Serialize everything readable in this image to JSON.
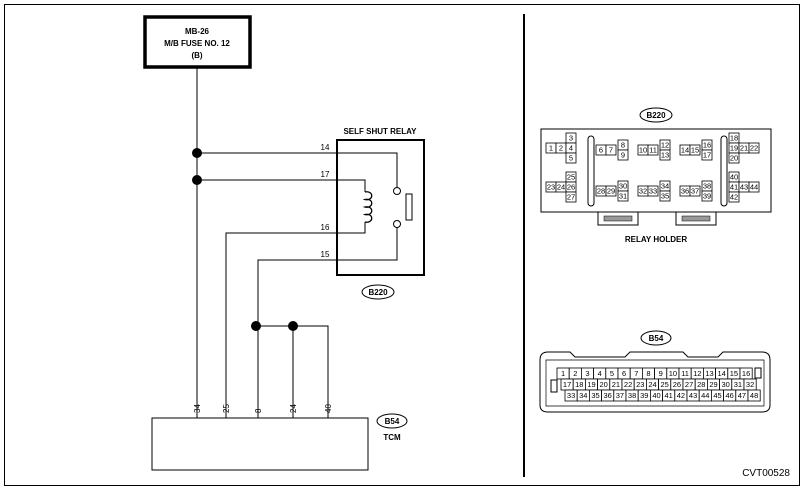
{
  "fuse": {
    "line1": "MB-26",
    "line2": "M/B FUSE NO. 12",
    "line3": "(B)"
  },
  "relay": {
    "title": "SELF SHUT RELAY",
    "connector": "B220",
    "pins": [
      "14",
      "17",
      "16",
      "15"
    ]
  },
  "tcm": {
    "connector": "B54",
    "name": "TCM",
    "pins": [
      "34",
      "25",
      "8",
      "24",
      "40"
    ]
  },
  "b220_view": {
    "label": "B220",
    "caption": "RELAY HOLDER",
    "groups": [
      {
        "cells": [
          "3",
          "1",
          "2",
          "4",
          "5"
        ]
      },
      {
        "cells": [
          "6",
          "7",
          "8",
          "9"
        ]
      },
      {
        "cells": [
          "10",
          "11",
          "12",
          "13"
        ]
      },
      {
        "cells": [
          "14",
          "15",
          "16",
          "17"
        ]
      },
      {
        "cells": [
          "18",
          "19",
          "21",
          "22",
          "20"
        ]
      },
      {
        "cells": [
          "25",
          "23",
          "24",
          "26",
          "27"
        ]
      },
      {
        "cells": [
          "28",
          "29",
          "30",
          "31"
        ]
      },
      {
        "cells": [
          "32",
          "33",
          "34",
          "35"
        ]
      },
      {
        "cells": [
          "36",
          "37",
          "38",
          "39"
        ]
      },
      {
        "cells": [
          "40",
          "41",
          "43",
          "44",
          "42"
        ]
      }
    ]
  },
  "b54_view": {
    "label": "B54",
    "row1": [
      "1",
      "2",
      "3",
      "4",
      "5",
      "6",
      "7",
      "8",
      "9",
      "10",
      "11",
      "12",
      "13",
      "14",
      "15",
      "16"
    ],
    "row2": [
      "17",
      "18",
      "19",
      "20",
      "21",
      "22",
      "23",
      "24",
      "25",
      "26",
      "27",
      "28",
      "29",
      "30",
      "31",
      "32"
    ],
    "row3": [
      "33",
      "34",
      "35",
      "36",
      "37",
      "38",
      "39",
      "40",
      "41",
      "42",
      "43",
      "44",
      "45",
      "46",
      "47",
      "48"
    ]
  },
  "figure_code": "CVT00528"
}
